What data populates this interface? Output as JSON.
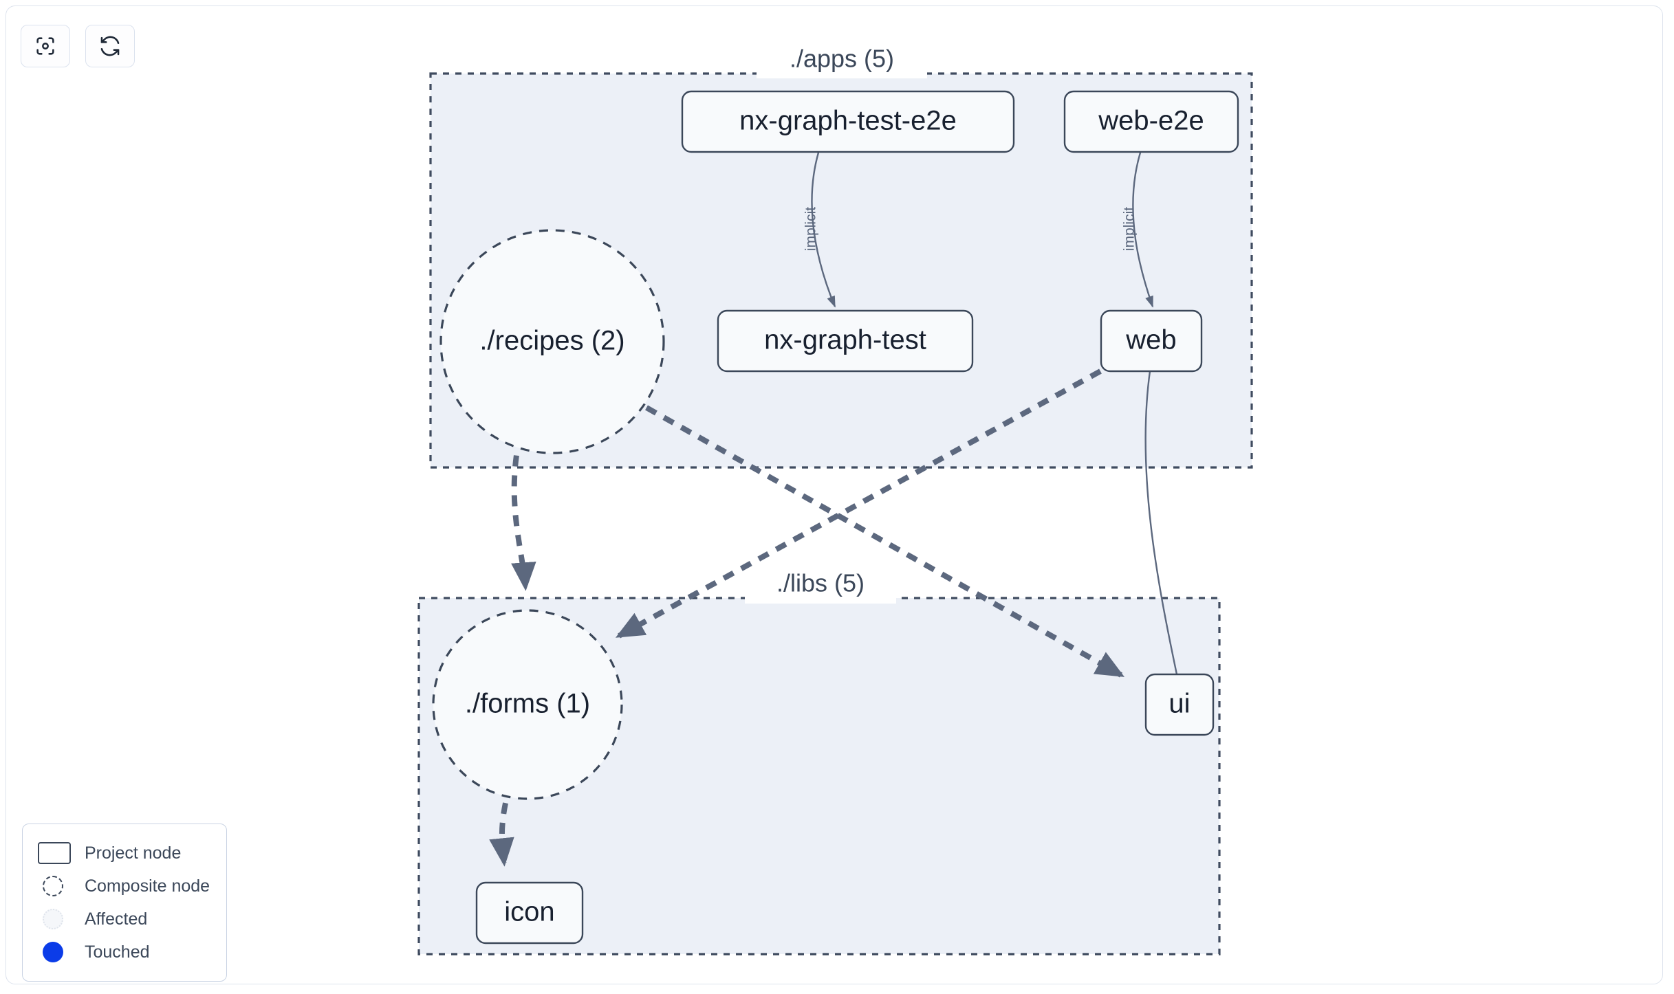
{
  "toolbar": {
    "buttons": [
      {
        "name": "focus-graph-button",
        "icon": "viewfinder-focus-icon"
      },
      {
        "name": "refresh-graph-button",
        "icon": "refresh-icon"
      }
    ]
  },
  "graph": {
    "groups": [
      {
        "id": "apps",
        "label": "./apps (5)"
      },
      {
        "id": "libs",
        "label": "./libs (5)"
      }
    ],
    "nodes": [
      {
        "id": "nx-graph-test-e2e",
        "label": "nx-graph-test-e2e",
        "type": "project"
      },
      {
        "id": "web-e2e",
        "label": "web-e2e",
        "type": "project"
      },
      {
        "id": "recipes",
        "label": "./recipes (2)",
        "type": "composite"
      },
      {
        "id": "nx-graph-test",
        "label": "nx-graph-test",
        "type": "project"
      },
      {
        "id": "web",
        "label": "web",
        "type": "project"
      },
      {
        "id": "forms",
        "label": "./forms (1)",
        "type": "composite"
      },
      {
        "id": "ui",
        "label": "ui",
        "type": "project"
      },
      {
        "id": "icon",
        "label": "icon",
        "type": "project"
      }
    ],
    "edges": [
      {
        "from": "nx-graph-test-e2e",
        "to": "nx-graph-test",
        "label": "implicit",
        "style": "implicit"
      },
      {
        "from": "web-e2e",
        "to": "web",
        "label": "implicit",
        "style": "implicit"
      },
      {
        "from": "web",
        "to": "ui",
        "label": "",
        "style": "implicit"
      },
      {
        "from": "recipes",
        "to": "forms",
        "label": "",
        "style": "dependency"
      },
      {
        "from": "recipes",
        "to": "ui",
        "label": "",
        "style": "dependency"
      },
      {
        "from": "web",
        "to": "forms",
        "label": "",
        "style": "dependency"
      },
      {
        "from": "forms",
        "to": "icon",
        "label": "",
        "style": "dependency"
      }
    ]
  },
  "legend": {
    "items": [
      {
        "label": "Project node",
        "swatch": "project-node-swatch"
      },
      {
        "label": "Composite node",
        "swatch": "composite-node-swatch"
      },
      {
        "label": "Affected",
        "swatch": "affected-swatch"
      },
      {
        "label": "Touched",
        "swatch": "touched-swatch"
      }
    ]
  },
  "colors": {
    "group_fill": "#ecf0f7",
    "group_stroke": "#3f4b5f",
    "node_fill": "#f8fafc",
    "node_stroke": "#3b4759",
    "edge": "#5c687e",
    "touched": "#0b3ce8",
    "text": "#18202f"
  }
}
